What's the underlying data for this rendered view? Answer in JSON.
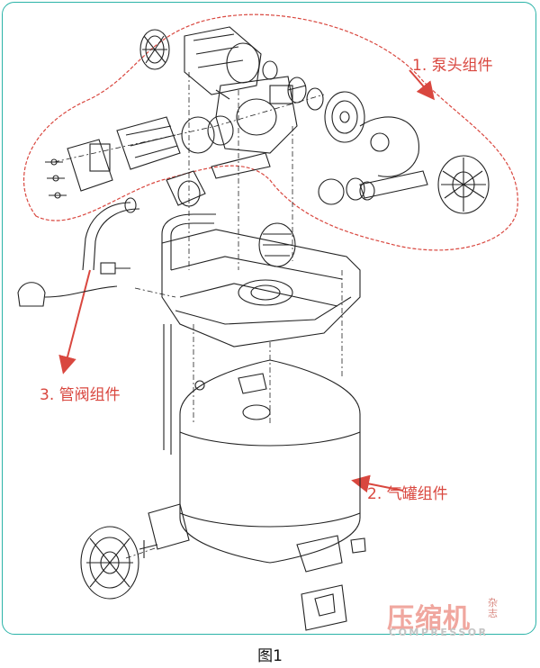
{
  "labels": {
    "pump_head": "1. 泵头组件",
    "tank": "2. 气罐组件",
    "pipe_valve": "3. 管阀组件"
  },
  "caption": "图1",
  "watermark": {
    "name_cn": "压缩机",
    "tag_cn": "杂志",
    "name_en": "COMPRESSOR"
  },
  "colors": {
    "frame": "#2bb3a8",
    "annotation": "#d9473f",
    "line_art": "#222222",
    "watermark": "#f0a79f"
  }
}
